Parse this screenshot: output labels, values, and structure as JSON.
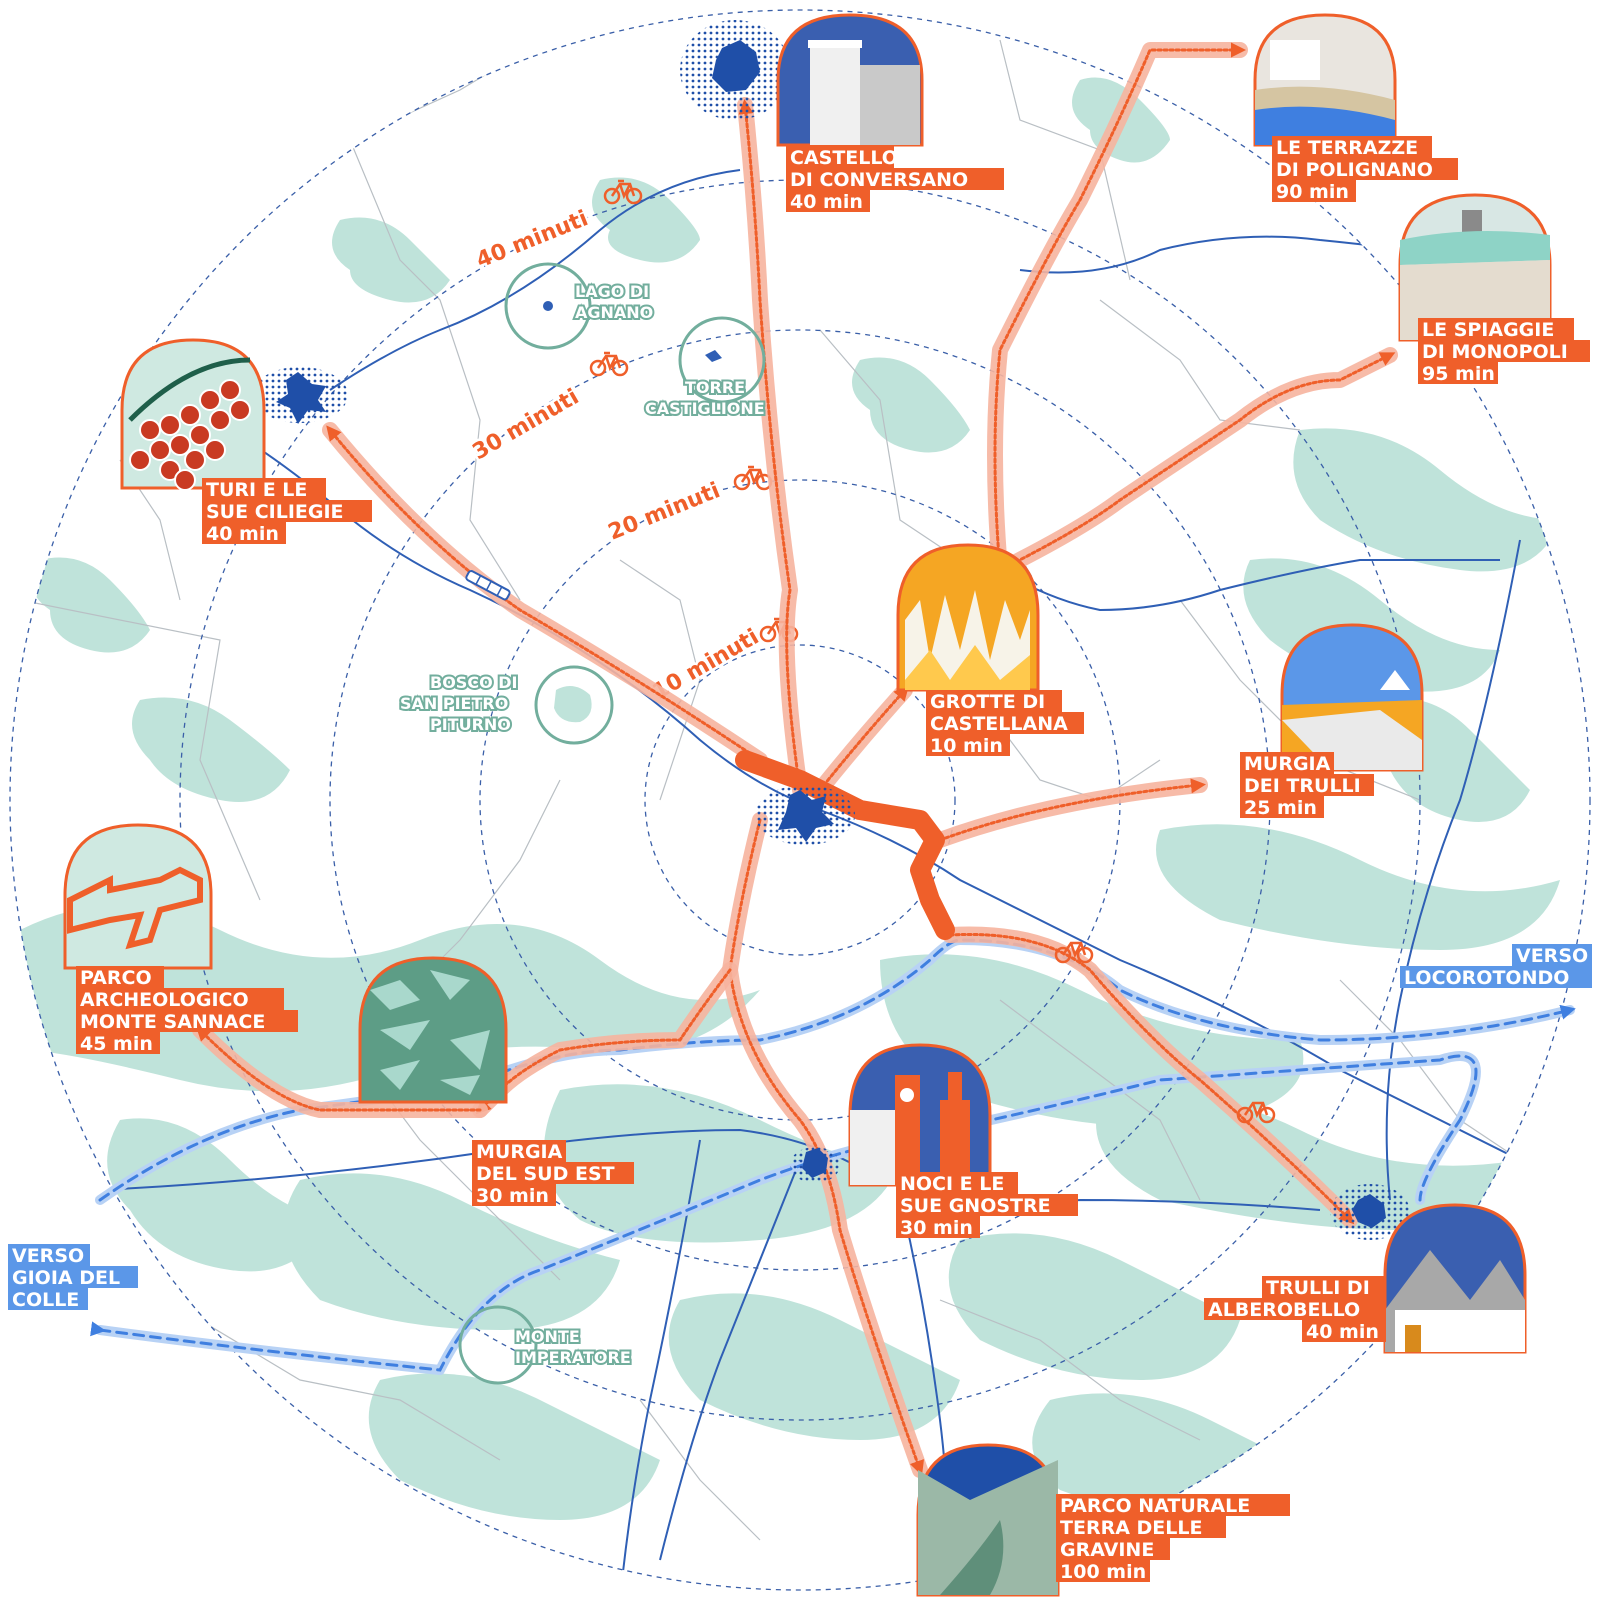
{
  "colors": {
    "route": "#ef5f2a",
    "route_halo": "#f6b49e",
    "trail": "#3f7fe0",
    "water": "#2f5fb5",
    "woods": "#bfe3da",
    "poi_label": "#72ae9d",
    "town": "#1f4fa8"
  },
  "rings": [
    {
      "label": "10 minuti",
      "icon": "bicycle-icon"
    },
    {
      "label": "20 minuti",
      "icon": "bicycle-icon"
    },
    {
      "label": "30 minuti",
      "icon": "bicycle-icon"
    },
    {
      "label": "40 minuti",
      "icon": "bicycle-icon"
    }
  ],
  "destinations": [
    {
      "lines": [
        "CASTELLO",
        "DI CONVERSANO",
        "40 min"
      ],
      "icon": "castle-tower-icon"
    },
    {
      "lines": [
        "LE TERRAZZE",
        "DI POLIGNANO",
        "90 min"
      ],
      "icon": "cliff-town-icon"
    },
    {
      "lines": [
        "LE SPIAGGIE",
        "DI MONOPOLI",
        "95 min"
      ],
      "icon": "beach-tower-icon"
    },
    {
      "lines": [
        "TURI E LE",
        "SUE CILIEGIE",
        "40 min"
      ],
      "icon": "cherries-icon"
    },
    {
      "lines": [
        "GROTTE DI",
        "CASTELLANA",
        "10 min"
      ],
      "icon": "cave-stalactites-icon"
    },
    {
      "lines": [
        "MURGIA",
        "DEI TRULLI",
        "25 min"
      ],
      "icon": "trulli-landscape-icon"
    },
    {
      "lines": [
        "PARCO",
        "ARCHEOLOGICO",
        "MONTE SANNACE",
        "45 min"
      ],
      "icon": "archaeological-ruins-icon"
    },
    {
      "lines": [
        "MURGIA",
        "DEL SUD EST",
        "30 min"
      ],
      "icon": "forest-texture-icon"
    },
    {
      "lines": [
        "NOCI E LE",
        "SUE GNOSTRE",
        "30 min"
      ],
      "icon": "clock-tower-icon"
    },
    {
      "lines": [
        "TRULLI DI",
        "ALBEROBELLO",
        "40 min"
      ],
      "icon": "trulli-houses-icon"
    },
    {
      "lines": [
        "PARCO NATURALE",
        "TERRA DELLE",
        "GRAVINE",
        "100 min"
      ],
      "icon": "ravine-mountains-icon"
    }
  ],
  "pois": [
    {
      "lines": [
        "LAGO DI",
        "AGNANO"
      ]
    },
    {
      "lines": [
        "TORRE",
        "CASTIGLIONE"
      ]
    },
    {
      "lines": [
        "BOSCO DI",
        "SAN PIETRO",
        "PITURNO"
      ]
    },
    {
      "lines": [
        "MONTE",
        "IMPERATORE"
      ]
    }
  ],
  "directions": [
    {
      "lines": [
        "VERSO",
        "LOCOROTONDO"
      ]
    },
    {
      "lines": [
        "VERSO",
        "GIOIA DEL",
        "COLLE"
      ]
    }
  ]
}
